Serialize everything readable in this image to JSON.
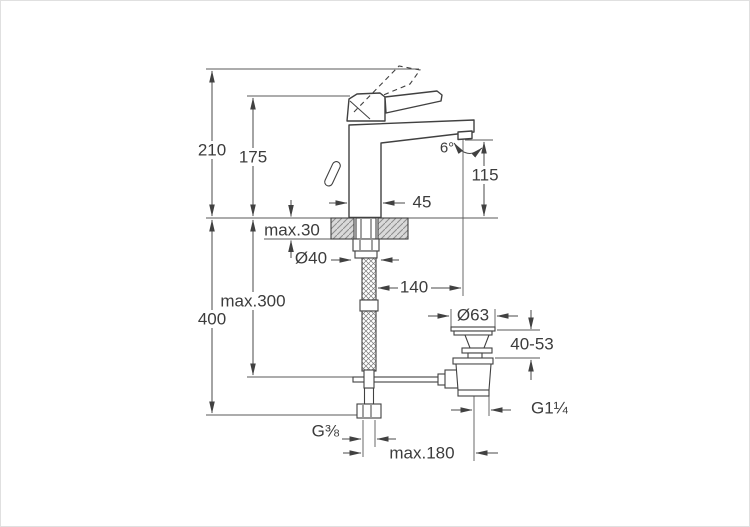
{
  "colors": {
    "line": "#414141",
    "text": "#3c3c3c",
    "counter_fill": "#d9d9d9",
    "background": "#ffffff"
  },
  "dims": {
    "total_height": "210",
    "handle_height": "175",
    "outlet_height": "115",
    "outlet_angle": "6°",
    "body_width": "45",
    "deck_thickness": "max.30",
    "hole_diameter": "Ø40",
    "spout_reach": "140",
    "hose_length": "max.300",
    "overall_below_deck": "400",
    "waste_flange_diameter": "Ø63",
    "waste_height_range": "40-53",
    "waste_thread": "G1¼",
    "supply_thread": "G⅜",
    "popup_rod_reach": "max.180"
  }
}
